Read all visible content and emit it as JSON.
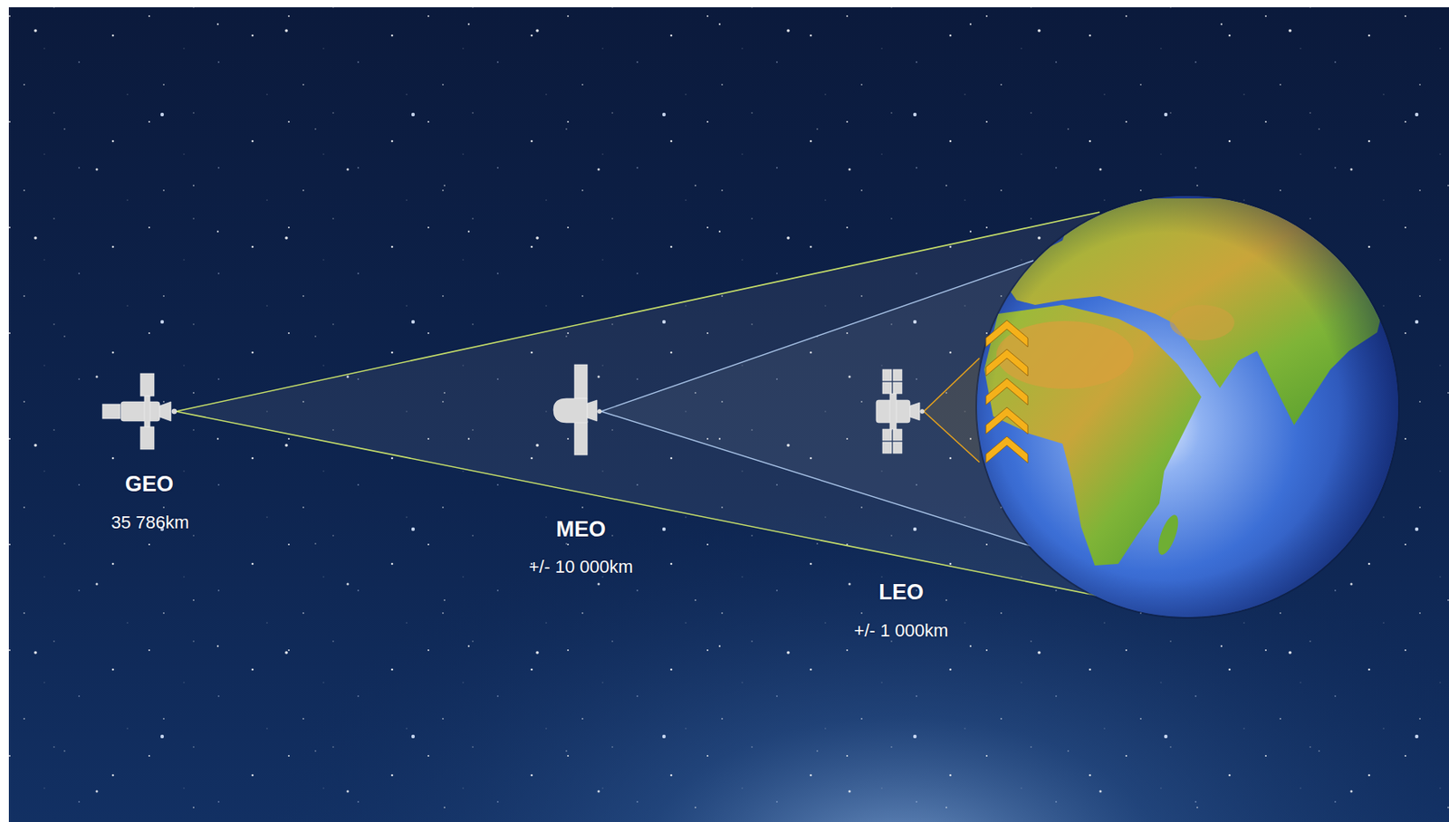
{
  "diagram": {
    "labels": [
      "GEO",
      "35 786km",
      "MEO",
      "+/- 10 000km",
      "LEO",
      "+/- 1 000km"
    ]
  }
}
